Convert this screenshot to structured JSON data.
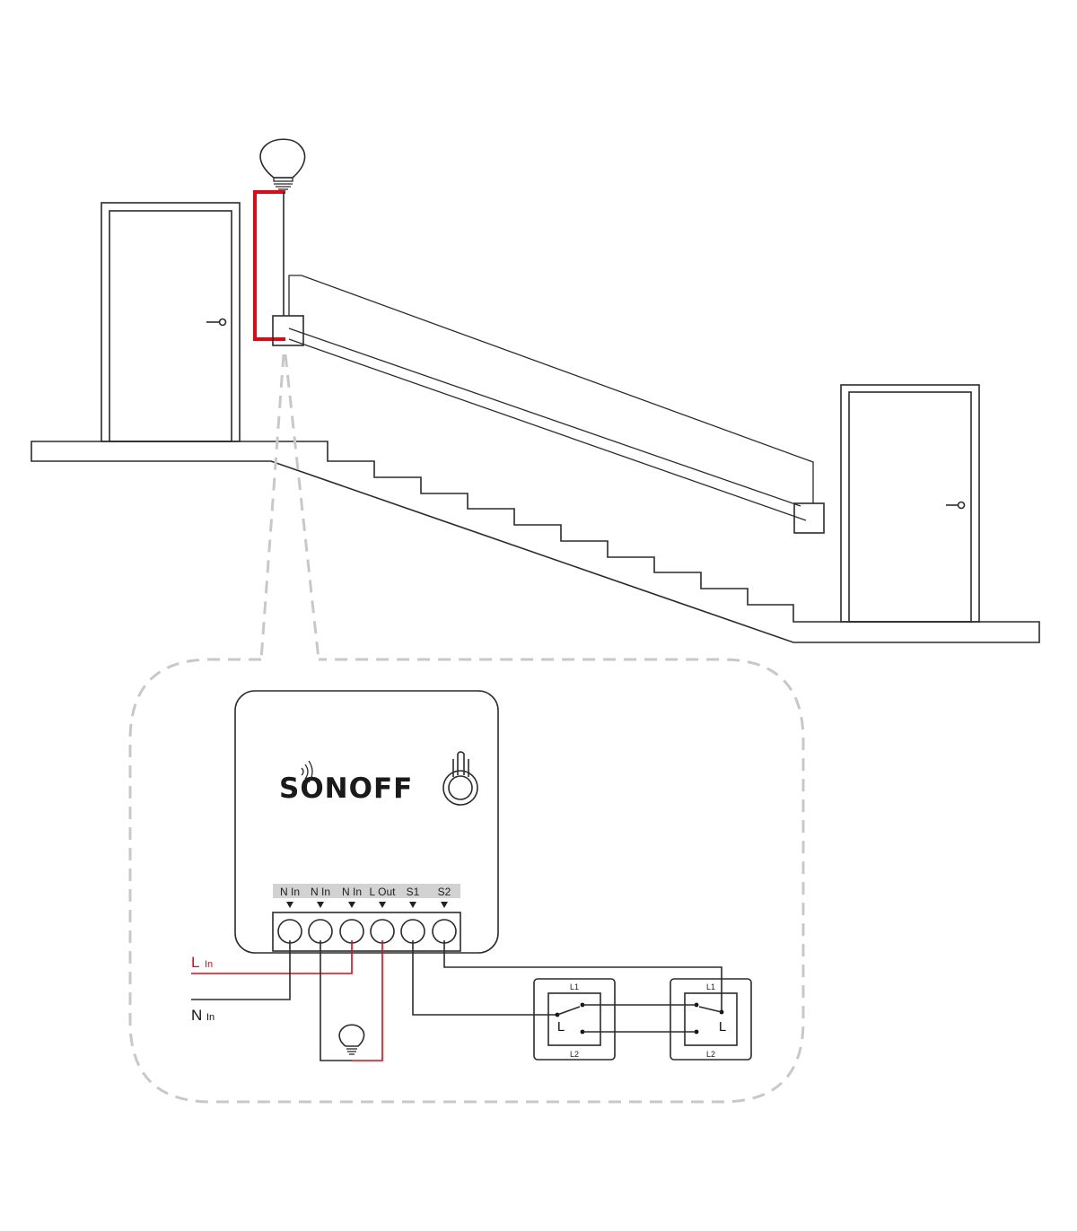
{
  "device": {
    "brand": "SONOFF",
    "terminals": [
      "N In",
      "N In",
      "N In",
      "L Out",
      "S1",
      "S2"
    ]
  },
  "wires": {
    "live_in": {
      "label": "L",
      "sub": "In",
      "color": "#e30613"
    },
    "neutral_in": {
      "label": "N",
      "sub": "In",
      "color": "#111111"
    }
  },
  "switches": [
    {
      "top": "L1",
      "bottom": "L2",
      "common": "L"
    },
    {
      "top": "L1",
      "bottom": "L2",
      "common": "L"
    }
  ]
}
